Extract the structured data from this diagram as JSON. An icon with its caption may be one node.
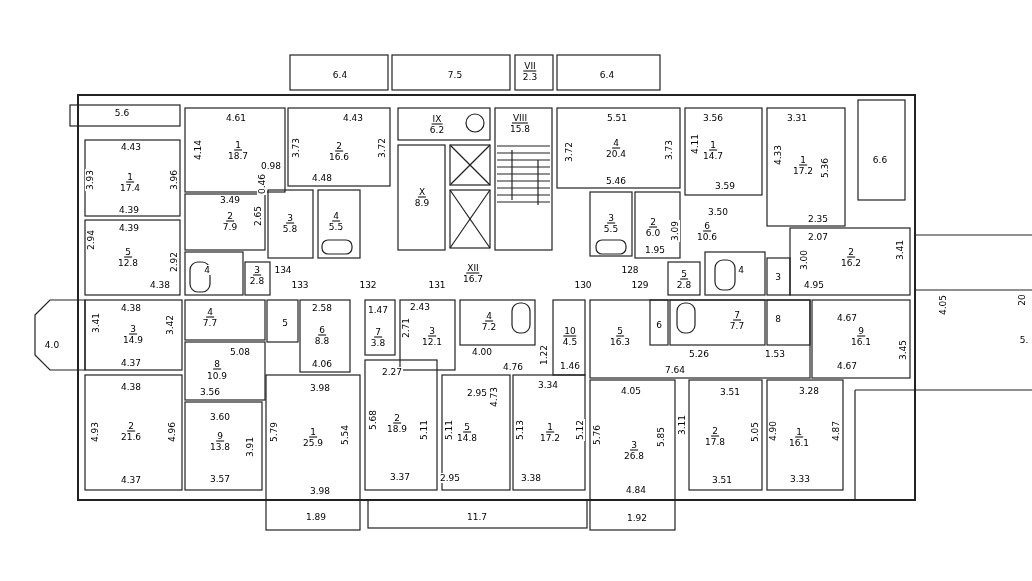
{
  "diagram": {
    "labels": [
      "6.4",
      "7.5",
      "VII",
      "2.3",
      "6.4",
      "5.6",
      "4.61",
      "4.43",
      "IX",
      "6.2",
      "VIII",
      "15.8",
      "5.51",
      "3.56",
      "3.31",
      "4.43",
      "4.14",
      "1",
      "18.7",
      "3.73",
      "2",
      "16.6",
      "3.72",
      "3.72",
      "4",
      "20.4",
      "3.73",
      "4.11",
      "1",
      "14.7",
      "4.33",
      "1",
      "17.2",
      "5.36",
      "6.6",
      "3.93",
      "1",
      "17.4",
      "3.96",
      "0.98",
      "0.46",
      "4.48",
      "5.46",
      "3.59",
      "3.49",
      "4.39",
      "4.39",
      "2",
      "7.9",
      "2.65",
      "3",
      "5.8",
      "4",
      "5.5",
      "X",
      "8.9",
      "3",
      "5.5",
      "2",
      "6.0",
      "3.09",
      "3.50",
      "6",
      "10.6",
      "2.35",
      "2.07",
      "2.94",
      "5",
      "12.8",
      "2.92",
      "3.00",
      "2",
      "16.2",
      "3.41",
      "1.95",
      "4",
      "3",
      "2.8",
      "134",
      "XII",
      "16.7",
      "128",
      "4",
      "5",
      "2.8",
      "3",
      "4.38",
      "133",
      "132",
      "131",
      "130",
      "129",
      "4.95",
      "20",
      "4.05",
      "4.38",
      "2.58",
      "1.47",
      "2.43",
      "4",
      "7.7",
      "4",
      "7.2",
      "7",
      "7.7",
      "8",
      "4.67",
      "3.41",
      "3",
      "14.9",
      "3.42",
      "5",
      "6",
      "2.71",
      "6",
      "8.8",
      "7",
      "3.8",
      "3",
      "12.1",
      "10",
      "4.5",
      "5",
      "16.3",
      "9",
      "16.1",
      "5.",
      "4.0",
      "5.08",
      "4.00",
      "1.22",
      "5.26",
      "1.53",
      "3.45",
      "4.37",
      "8",
      "10.9",
      "4.06",
      "2.27",
      "4.76",
      "1.46",
      "7.64",
      "4.67",
      "4.38",
      "3.56",
      "3.98",
      "2.95",
      "3.34",
      "4.05",
      "3.51",
      "3.28",
      "4.73",
      "3.60",
      "4.93",
      "2",
      "21.6",
      "4.96",
      "9",
      "13.8",
      "3.91",
      "5.79",
      "1",
      "25.9",
      "5.54",
      "5.68",
      "2",
      "18.9",
      "5.11",
      "5.11",
      "5",
      "14.8",
      "5.13",
      "1",
      "17.2",
      "5.12",
      "5.76",
      "3",
      "26.8",
      "5.85",
      "3.11",
      "2",
      "17.8",
      "5.05",
      "4.90",
      "1",
      "16.1",
      "4.87",
      "4.37",
      "3.57",
      "3.37",
      "2.95",
      "3.38",
      "3.51",
      "3.33",
      "3.98",
      "4.84",
      "1.89",
      "11.7",
      "1.92"
    ]
  }
}
